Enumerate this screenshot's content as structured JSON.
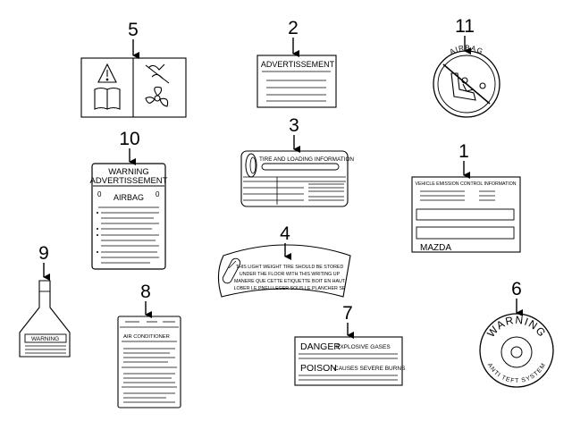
{
  "callouts": {
    "c1": "1",
    "c2": "2",
    "c3": "3",
    "c4": "4",
    "c5": "5",
    "c6": "6",
    "c7": "7",
    "c8": "8",
    "c9": "9",
    "c10": "10",
    "c11": "11"
  },
  "label1": {
    "title": "VEHICLE EMISSION CONTROL INFORMATION",
    "brand": "MAZDA"
  },
  "label2": {
    "title": "ADVERTISSEMENT"
  },
  "label3": {
    "title": "TIRE AND LOADING INFORMATION"
  },
  "label4": {
    "line1": "THIS LIGHT WEIGHT TIRE SHOULD BE STORED",
    "line2": "UNDER THE FLOOR WITH THIS WRITING UP",
    "line3": "MANERE QUE CETTE ETIQUETTE BOIT EN HAUT",
    "line4": "LOBER LE PNEU LEGER SOUS LE PLANCHER SE"
  },
  "label6": {
    "top": "WARNING",
    "bottom": "ANTI TEFT SYSTEM"
  },
  "label7": {
    "danger": "DANGER",
    "danger_text": "EXPLOSIVE GASES",
    "poison": "POISON",
    "poison_text": "CAUSES SEVERE BURNS"
  },
  "label8": {
    "title": "AIR CONDITIONER"
  },
  "label9": {
    "title": "WARNING"
  },
  "label10": {
    "line1": "WARNING",
    "line2": "ADVERTISSEMENT",
    "airbag": "AIRBAG",
    "left_mark": "0",
    "right_mark": "0"
  },
  "label11": {
    "title": "AIRBAG"
  }
}
